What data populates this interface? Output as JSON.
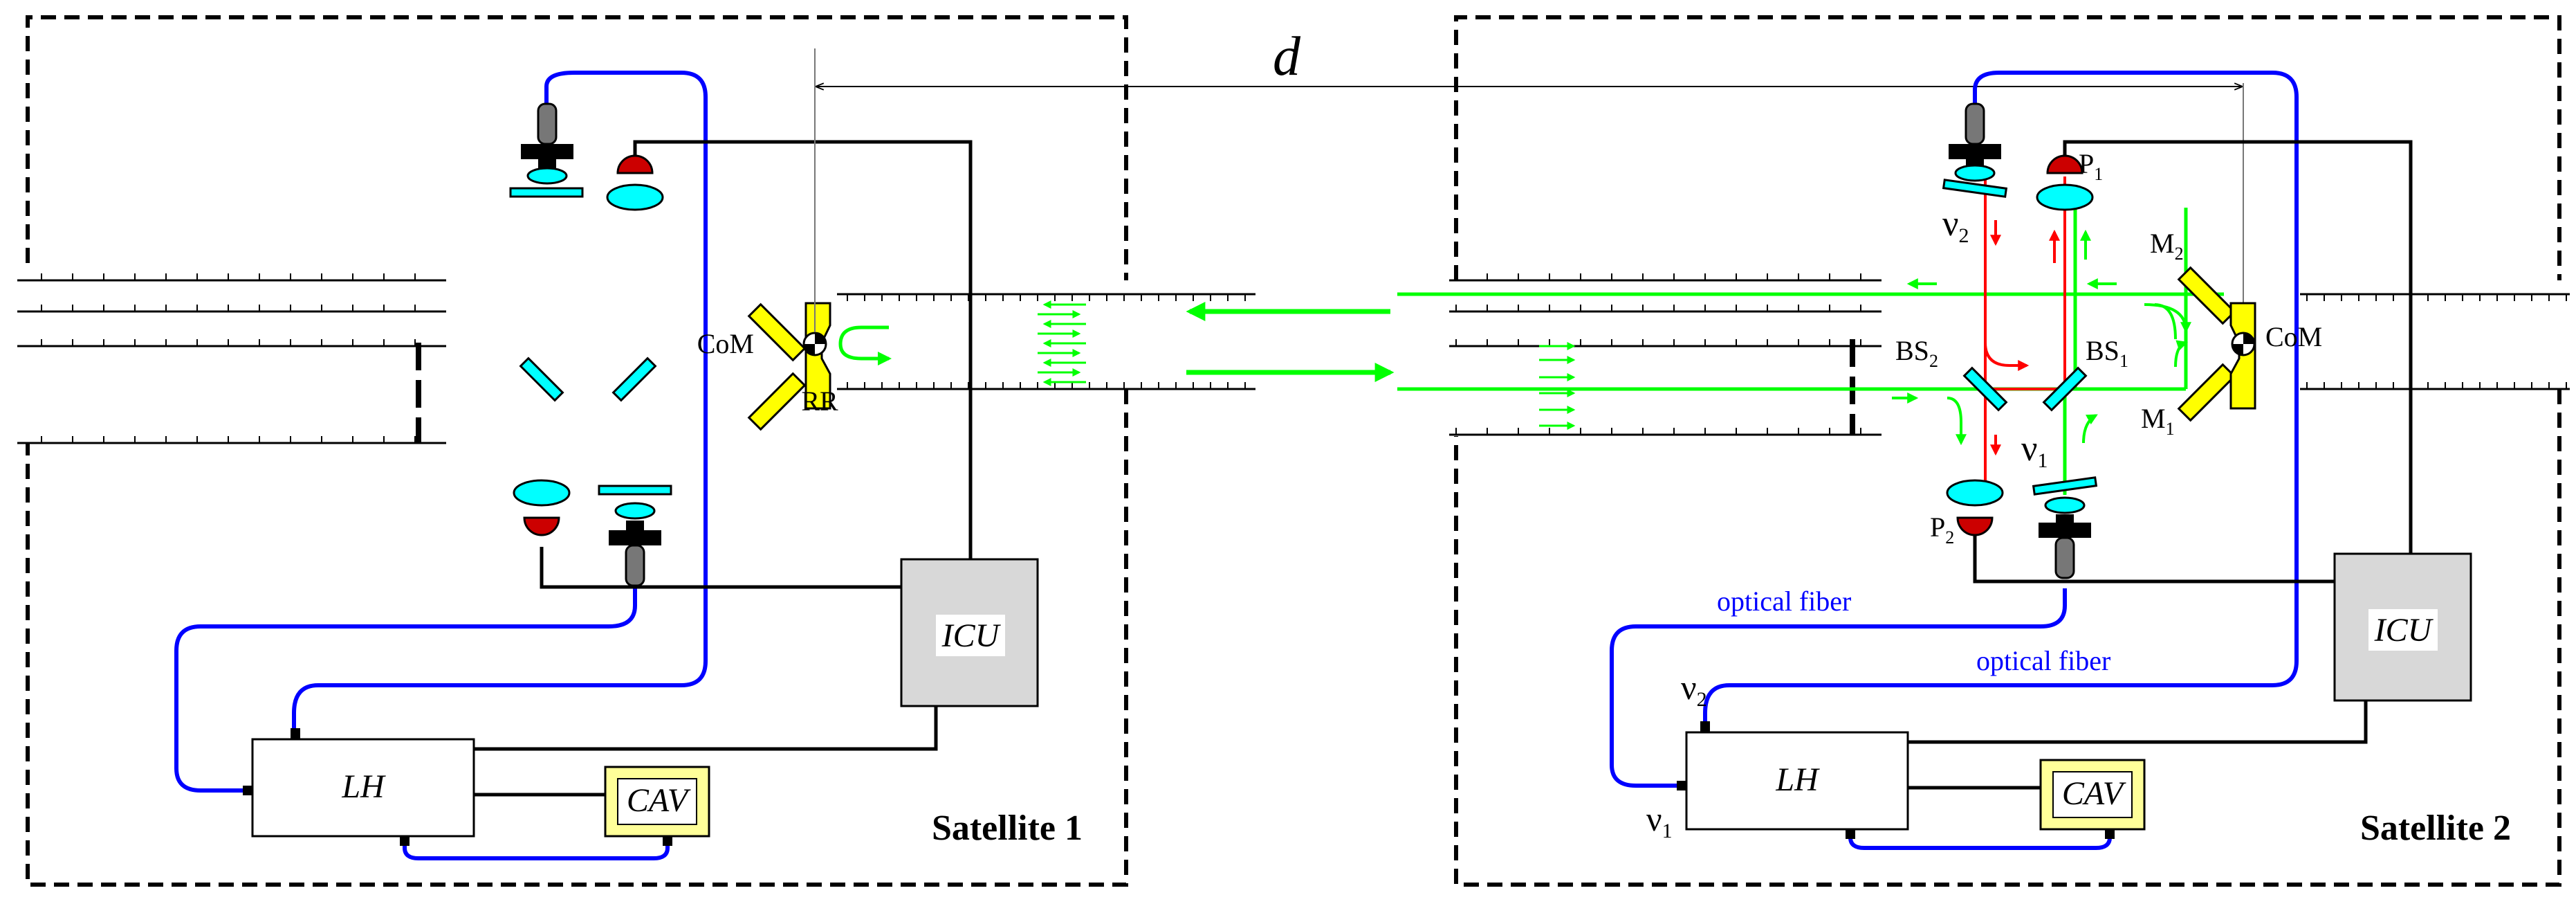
{
  "distance_label": "d",
  "satellite1": {
    "name": "Satellite 1",
    "icu": "ICU",
    "lh": "LH",
    "cav": "CAV",
    "com": "CoM",
    "rr": "RR"
  },
  "satellite2": {
    "name": "Satellite 2",
    "icu": "ICU",
    "lh": "LH",
    "cav": "CAV",
    "com": "CoM",
    "fiber_label_1": "optical fiber",
    "fiber_label_2": "optical fiber",
    "p1": "P",
    "p1_sub": "1",
    "p2": "P",
    "p2_sub": "2",
    "m1": "M",
    "m1_sub": "1",
    "m2": "M",
    "m2_sub": "2",
    "bs1": "BS",
    "bs1_sub": "1",
    "bs2": "BS",
    "bs2_sub": "2",
    "nu1": "ν",
    "nu1_sub": "1",
    "nu2": "ν",
    "nu2_sub": "2",
    "lh_nu1": "ν",
    "lh_nu1_sub": "1",
    "lh_nu2": "ν",
    "lh_nu2_sub": "2"
  },
  "colors": {
    "frame": "#000000",
    "fiber": "#0000ff",
    "beam_green": "#00ff00",
    "beam_red": "#ff0000",
    "optic_cyan": "#00ffff",
    "mirror_yellow": "#ffff00",
    "detector_red": "#cc0000",
    "icu_gray": "#d8d8d8",
    "cav_fill": "#ffff99"
  }
}
